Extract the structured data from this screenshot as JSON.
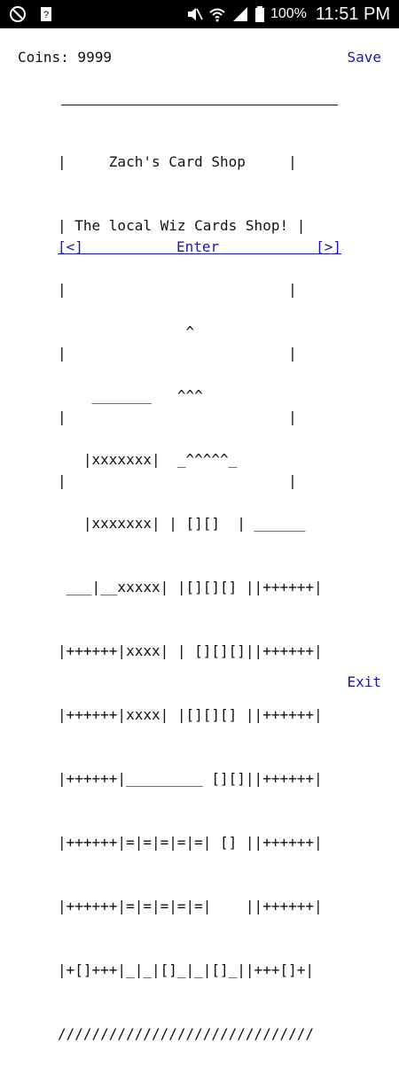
{
  "status_bar": {
    "battery": "100%",
    "time": "11:51 PM",
    "icons": [
      "blocked-icon",
      "notification-icon",
      "mute-icon",
      "wifi-icon",
      "signal-icon",
      "battery-icon"
    ]
  },
  "header": {
    "coins_label": "Coins: 9999",
    "save_label": "Save"
  },
  "shop": {
    "title_line": "|     Zach's Card Shop     |",
    "subtitle_line": "| The local Wiz Cards Shop! |",
    "empty_lines": [
      "|                          |",
      "|                          |",
      "|                          |",
      "|                          |"
    ],
    "nav_left": "[<]",
    "nav_enter": "Enter",
    "nav_right": "[>]"
  },
  "ascii_art": [
    "               ^",
    "    _______   ^^^",
    "   |xxxxxxx|  _^^^^^_",
    "   |xxxxxxx| | [][]  | ______",
    " ___|__xxxxx| |[][][] ||++++++|",
    "|++++++|xxxx| | [][][]||++++++|",
    "|++++++|xxxx| |[][][] ||++++++|",
    "|++++++|_________ [][]||++++++|",
    "|++++++|=|=|=|=|=| [] ||++++++|",
    "|++++++|=|=|=|=|=|    ||++++++|",
    "|+[]+++|_|_|[]_|_|[]_||+++[]+|",
    "//////////////////////////////"
  ],
  "footer": {
    "exit_label": "Exit"
  }
}
